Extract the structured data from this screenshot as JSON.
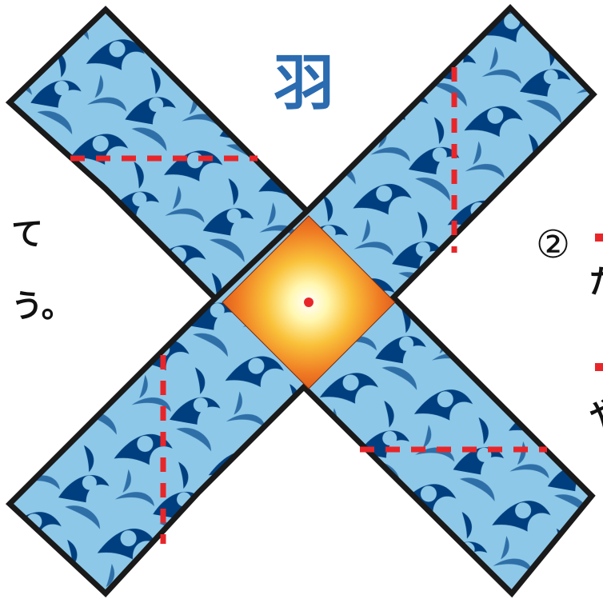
{
  "title": "羽",
  "left_text": {
    "line1": "て",
    "line2": "う。"
  },
  "step": {
    "number": "②",
    "line1_fragment": "た",
    "line2_fragment": "や"
  },
  "colors": {
    "blade_dark": "#003f7f",
    "blade_mid": "#2f6fa8",
    "blade_light": "#8ec8e8",
    "outline": "#1a1a1a",
    "cut_line": "#e8262a",
    "center_outer": "#e05a1e",
    "center_inner": "#fff7b0",
    "title_color": "#2b6bb0"
  }
}
